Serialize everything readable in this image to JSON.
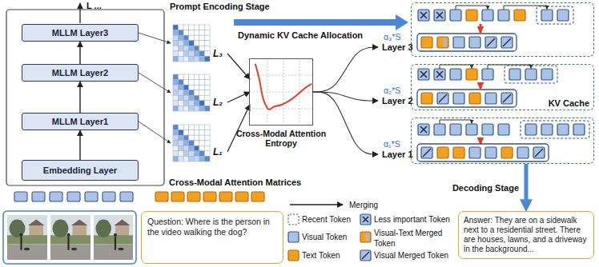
{
  "diagram": {
    "nodes": [
      {
        "text": [
          "Embedding Layer"
        ]
      },
      {
        "text": [
          "MLLM Layer1"
        ]
      },
      {
        "text": [
          "MLLM Layer2"
        ]
      },
      {
        "text": [
          "MLLM Layer3"
        ]
      },
      {
        "text": [
          "Cross-Modal Attention Entropy"
        ]
      },
      {
        "text": [
          "Layer 3"
        ]
      },
      {
        "text": [
          "Layer 2",
          "KV Cache"
        ]
      },
      {
        "text": [
          "Layer 1"
        ]
      },
      {
        "text": [
          "Question: Where is the person in the video walking the dog?"
        ]
      },
      {
        "text": [
          "Answer: They are on a sidewalk next to a residential street. There are houses, lawns, and a driveway in the background..."
        ]
      }
    ],
    "edges": [
      {
        "from": 0,
        "to": 1,
        "arrow": "to"
      },
      {
        "from": 1,
        "to": 2,
        "arrow": "to"
      },
      {
        "from": 2,
        "to": 3,
        "arrow": "to"
      },
      {
        "from": 4,
        "to": 5,
        "arrow": "to",
        "label": "α₃*S"
      },
      {
        "from": 4,
        "to": 6,
        "arrow": "to",
        "label": "α₂*S"
      },
      {
        "from": 4,
        "to": 7,
        "arrow": "to",
        "label": "α₁*S"
      },
      {
        "from": 7,
        "to": 9,
        "arrow": "to",
        "label": "Decoding Stage"
      }
    ],
    "labels": [
      "L ...",
      "Prompt Encoding Stage",
      "Dynamic KV Cache Allocation",
      "L₃",
      "L₂",
      "L₁",
      "Cross-Modal Attention Matrices"
    ],
    "legend": [
      {
        "text": "Merging"
      },
      {
        "text": "Recent Token"
      },
      {
        "text": "Less important Token"
      },
      {
        "text": "Visual Token",
        "color": "#a9c2e6"
      },
      {
        "text": "Visual-Text Merged Token"
      },
      {
        "text": "Text Token",
        "color": "#f5a11f"
      },
      {
        "text": "Visual Merged Token"
      }
    ]
  }
}
